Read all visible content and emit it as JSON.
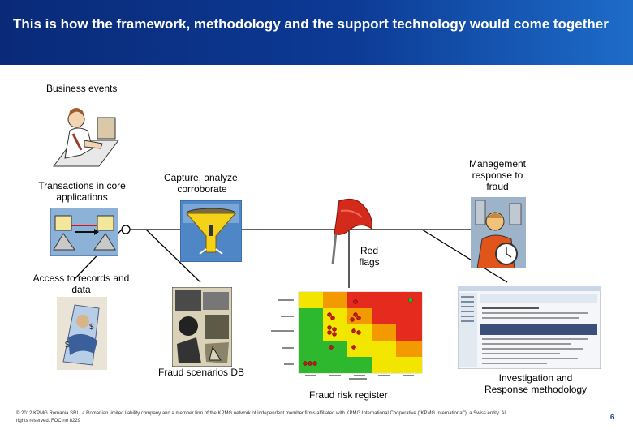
{
  "header": {
    "title": "This is how the framework, methodology and the support technology would come together"
  },
  "labels": {
    "business_events": "Business events",
    "transactions": "Transactions in core applications",
    "capture": "Capture, analyze, corroborate",
    "management": "Management response to fraud",
    "red_flags": "Red flags",
    "access": "Access to records and data",
    "scenarios_db": "Fraud scenarios DB",
    "risk_register": "Fraud risk register",
    "investigation": "Investigation and Response methodology"
  },
  "footer": {
    "legal": "© 2012 KPMG Romania SRL, a Romanian limited liability company and a member firm of the KPMG network of independent member firms affiliated with KPMG International Cooperative (“KPMG International”), a Swiss entity. All rights reserved. FOC no 8229",
    "page_number": "6"
  },
  "colors": {
    "header_dark": "#0a2a78",
    "header_light": "#1d6cc8",
    "matrix_green": "#2eb82e",
    "matrix_yellow": "#f2e600",
    "matrix_orange": "#f29a00",
    "matrix_red": "#e52b1e"
  },
  "icons": {
    "business_events": "office-worker-icon",
    "transactions": "data-exchange-icon",
    "capture": "funnel-icon",
    "red_flags": "red-flag-icon",
    "management": "businessman-clock-icon",
    "access": "records-access-icon",
    "scenarios_db": "collage-icon",
    "risk_register": "heat-map-icon",
    "investigation": "methodology-screenshot-icon"
  }
}
